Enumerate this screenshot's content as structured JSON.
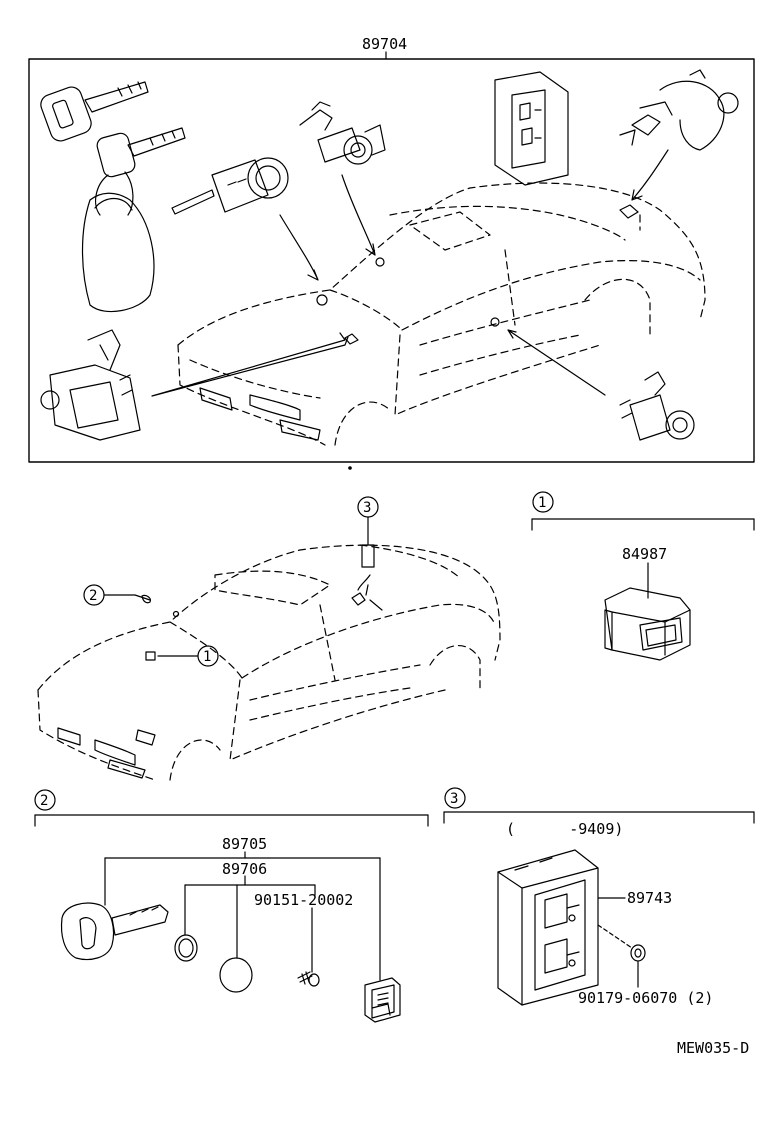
{
  "top_panel": {
    "part_number": "89704"
  },
  "callouts": {
    "one": "1",
    "two": "2",
    "three": "3"
  },
  "section_1": {
    "header": "1",
    "part_number": "84987"
  },
  "section_2": {
    "header": "2",
    "parts": {
      "key_set": "89705",
      "transmitter": "89706",
      "screw": "90151-20002"
    }
  },
  "section_3": {
    "header": "3",
    "range": "(      -9409)",
    "parts": {
      "receiver": "89743",
      "nut": "90179-06070 (2)"
    }
  },
  "figure_code": "MEW035-D"
}
